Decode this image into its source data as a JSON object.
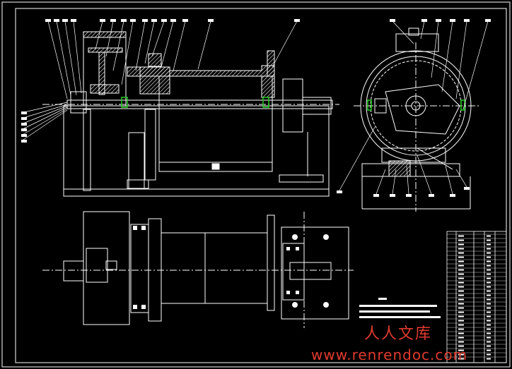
{
  "sheet": {
    "background": "#000000",
    "line_color": "#ffffff",
    "section_fill": "#ffffff",
    "accent_green": "#22cc22"
  },
  "watermark": {
    "text_cn": "人人文库",
    "url": "www.renrendoc.com",
    "color": "#e03a2e"
  },
  "views": [
    "front-section-view",
    "side-view",
    "top-view",
    "title-block",
    "parts-list"
  ]
}
